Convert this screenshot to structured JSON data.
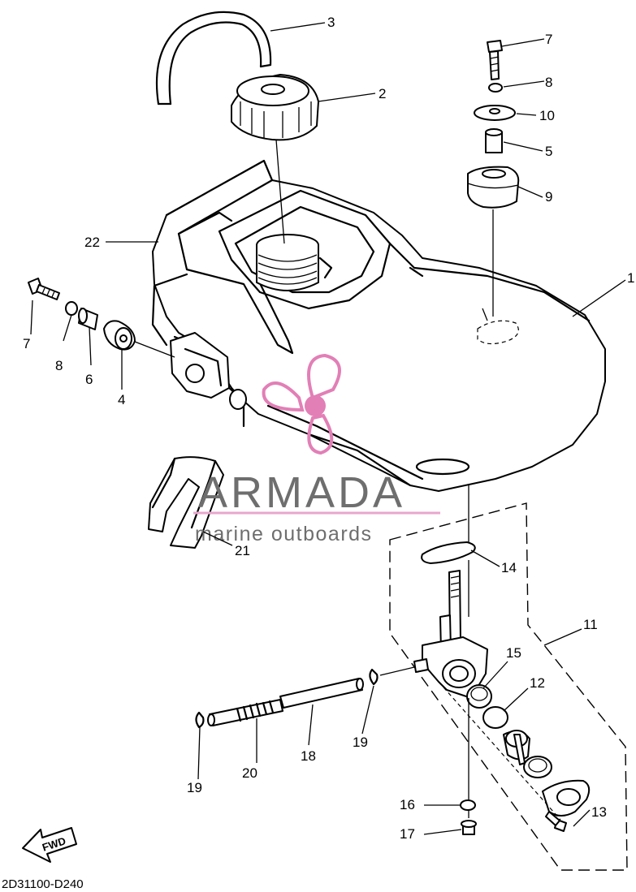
{
  "diagram_code": "2D31100-D240",
  "watermark": {
    "brand": "ARMADA",
    "tagline": "marine outboards",
    "logo": "propeller-logo",
    "color": "#e27fb6"
  },
  "fwd_arrow": {
    "label": "FWD"
  },
  "callouts": {
    "c1": "1",
    "c2": "2",
    "c3": "3",
    "c4": "4",
    "c5": "5",
    "c6": "6",
    "c7a": "7",
    "c7b": "7",
    "c8a": "8",
    "c8b": "8",
    "c9": "9",
    "c10": "10",
    "c11": "11",
    "c12": "12",
    "c13": "13",
    "c14": "14",
    "c15": "15",
    "c16": "16",
    "c17": "17",
    "c18": "18",
    "c19a": "19",
    "c19b": "19",
    "c20": "20",
    "c21": "21",
    "c22": "22"
  }
}
